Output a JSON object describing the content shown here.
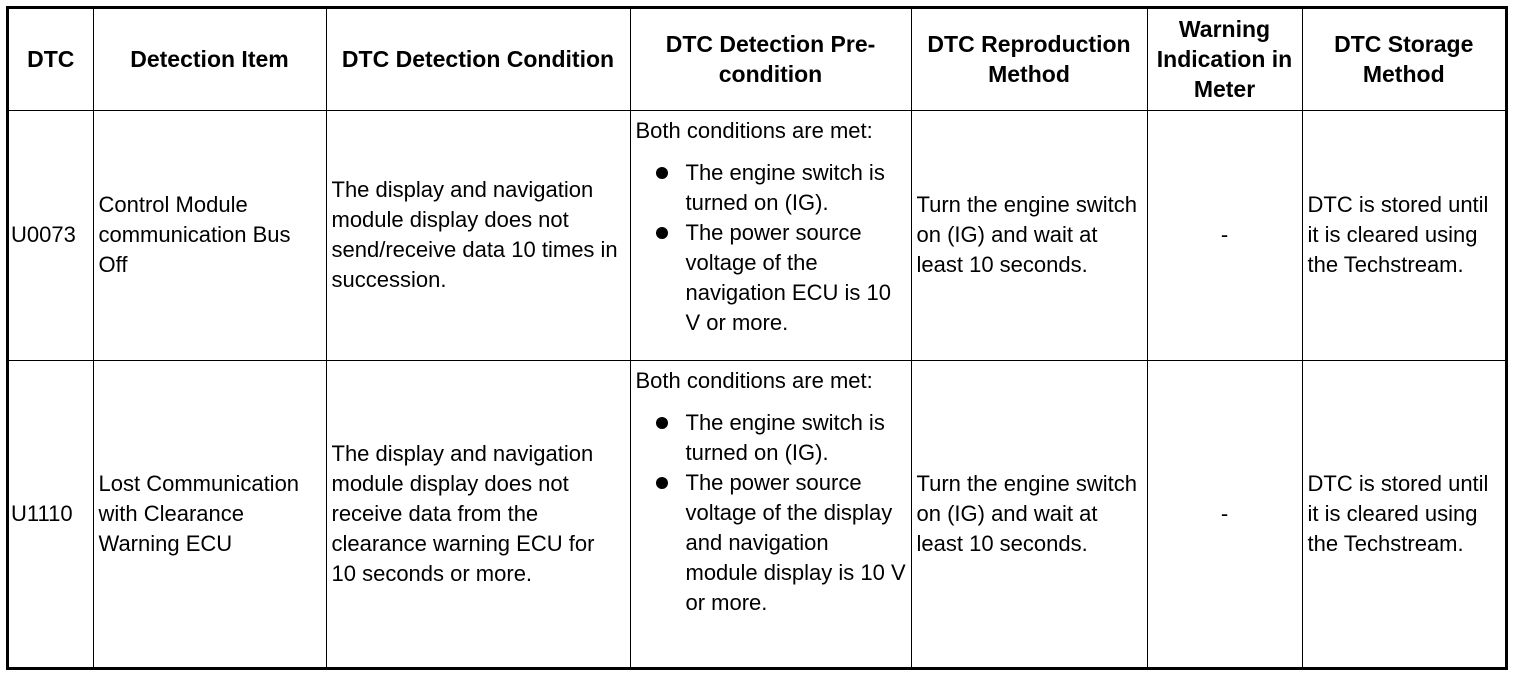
{
  "table": {
    "headers": [
      "DTC",
      "Detection Item",
      "DTC Detection Condition",
      "DTC Detection Pre-condition",
      "DTC Reproduction Method",
      "Warning Indication in Meter",
      "DTC Storage Method"
    ],
    "rows": [
      {
        "dtc": "U0073",
        "detection_item": "Control Module communication Bus Off",
        "detection_condition": "The display and navigation module display does not send/receive data 10 times in succession.",
        "precondition_title": "Both conditions are met:",
        "precondition_items": [
          "The engine switch is turned on (IG).",
          "The power source voltage of the navigation ECU is 10 V or more."
        ],
        "reproduction_method": "Turn the engine switch on (IG) and wait at least 10 seconds.",
        "warning_indication": "-",
        "storage_method": "DTC is stored until it is cleared using the Techstream."
      },
      {
        "dtc": "U1110",
        "detection_item": "Lost Communication with Clearance Warning ECU",
        "detection_condition": "The display and navigation module display does not receive data from the clearance warning ECU for 10 seconds or more.",
        "precondition_title": "Both conditions are met:",
        "precondition_items": [
          "The engine switch is turned on (IG).",
          "The power source voltage of the display and navigation module display is 10 V or more."
        ],
        "reproduction_method": "Turn the engine switch on (IG) and wait at least 10 seconds.",
        "warning_indication": "-",
        "storage_method": "DTC is stored until it is cleared using the Techstream."
      }
    ]
  }
}
